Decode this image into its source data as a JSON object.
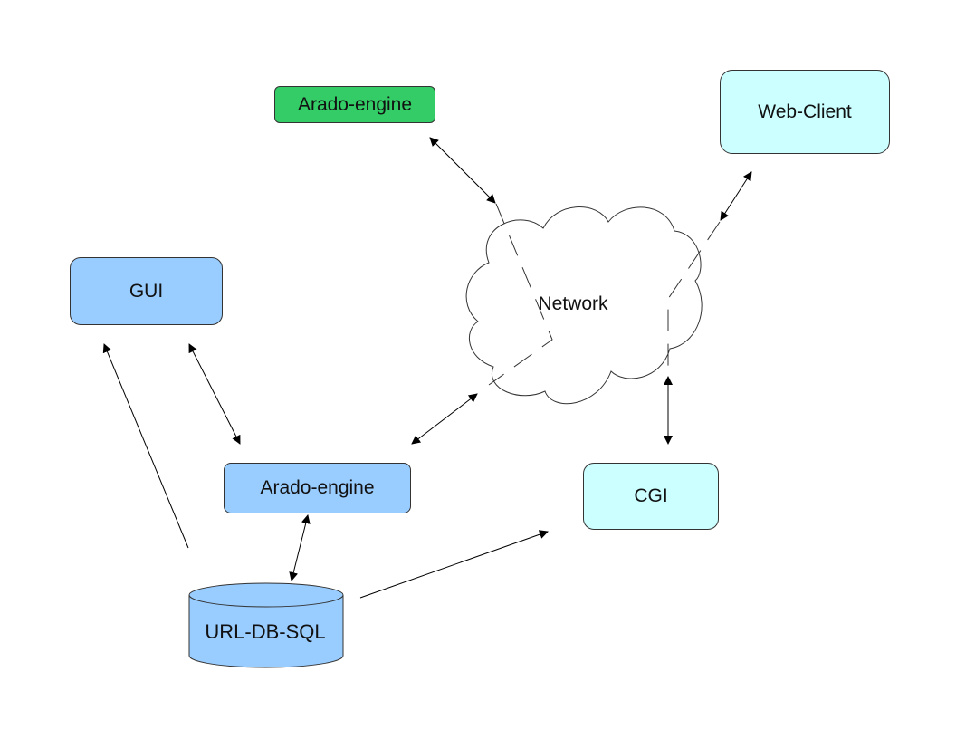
{
  "colors": {
    "engine_green": "#33cc66",
    "node_blue": "#99ccff",
    "node_cyan": "#ccffff",
    "cloud_fill": "#ffffff",
    "line": "#000000"
  },
  "nodes": {
    "arado_engine_remote": "Arado-engine",
    "web_client": "Web-Client",
    "gui": "GUI",
    "network": "Network",
    "arado_engine_local": "Arado-engine",
    "cgi": "CGI",
    "url_db_sql": "URL-DB-SQL"
  }
}
